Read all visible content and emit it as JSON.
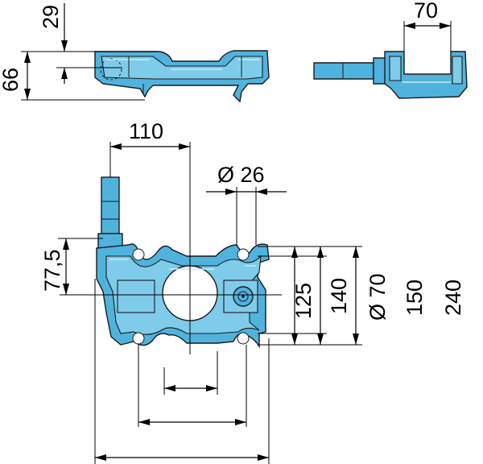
{
  "dimensions": {
    "top_left_height": "29",
    "left_side_height": "66",
    "side_view_width": "70",
    "pin_offset": "110",
    "hole_diameter": "Ø 26",
    "pin_height": "77,5",
    "d125": "125",
    "d140": "140",
    "bore_diameter": "Ø 70",
    "d150": "150",
    "d240": "240"
  },
  "colors": {
    "part_fill": "#4fb3de",
    "part_highlight": "#7fcbea",
    "line": "#000000"
  }
}
